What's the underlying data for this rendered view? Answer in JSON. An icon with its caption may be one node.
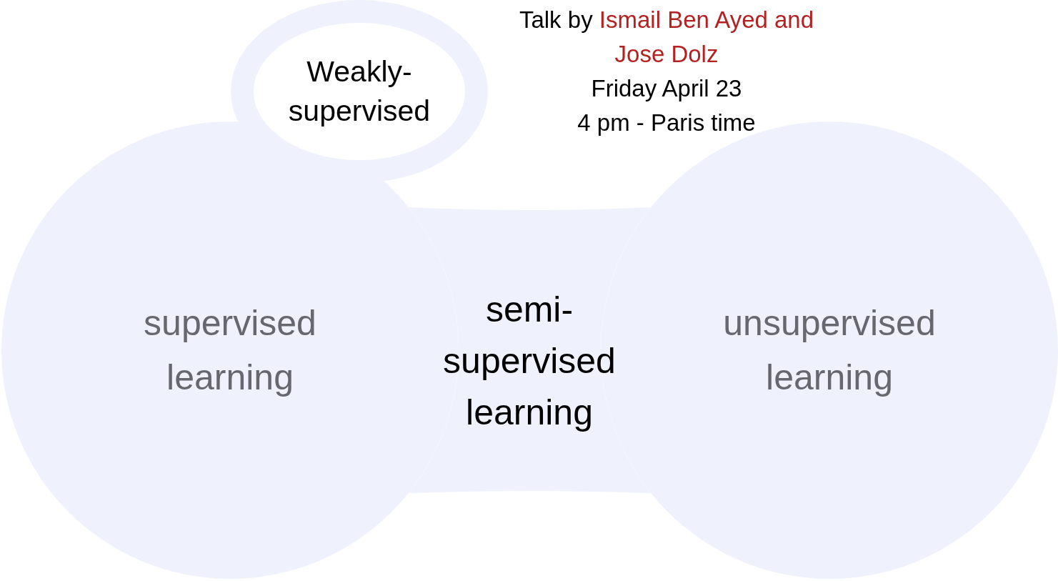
{
  "diagram": {
    "nodes": [
      {
        "text": [
          "supervised learning"
        ]
      },
      {
        "text": [
          "semi- supervised learning"
        ]
      },
      {
        "text": [
          "unsupervised learning"
        ]
      },
      {
        "text": [
          "Weakly- supervised"
        ]
      }
    ],
    "labels": [
      "Talk by",
      "Ismail Ben Ayed and Jose Dolz",
      "Friday April 23",
      "4 pm - Paris time"
    ]
  }
}
